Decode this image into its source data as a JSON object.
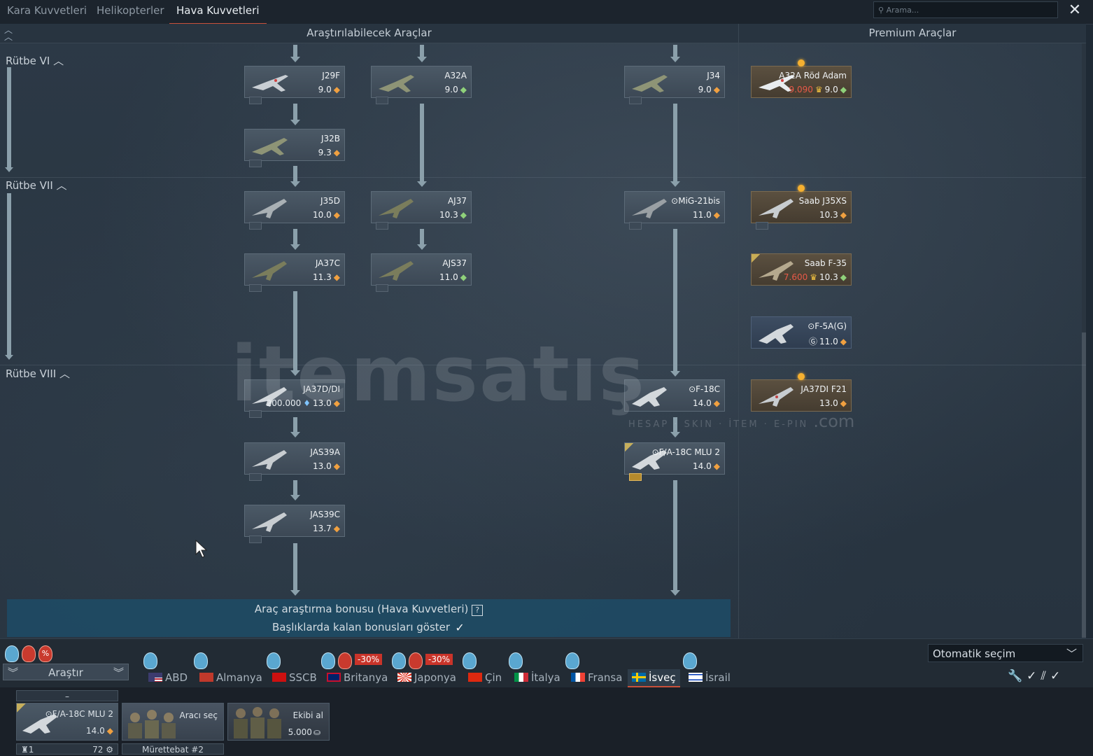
{
  "tabs": [
    {
      "label": "Kara Kuvvetleri"
    },
    {
      "label": "Helikopterler"
    },
    {
      "label": "Hava Kuvvetleri"
    }
  ],
  "search": {
    "placeholder": "Arama..."
  },
  "headers": {
    "researchable": "Araştırılabilecek Araçlar",
    "premium": "Premium Araçlar"
  },
  "ranks": [
    {
      "label": "Rütbe VI"
    },
    {
      "label": "Rütbe VII"
    },
    {
      "label": "Rütbe VIII"
    }
  ],
  "vehicles": [
    {
      "name": "J29F",
      "br": "9.0"
    },
    {
      "name": "A32A",
      "br": "9.0"
    },
    {
      "name": "J34",
      "br": "9.0"
    },
    {
      "name": "J32B",
      "br": "9.3"
    },
    {
      "name": "J35D",
      "br": "10.0"
    },
    {
      "name": "AJ37",
      "br": "10.3"
    },
    {
      "name": "⊙MiG-21bis",
      "br": "11.0"
    },
    {
      "name": "JA37C",
      "br": "11.3"
    },
    {
      "name": "AJS37",
      "br": "11.0"
    },
    {
      "name": "JA37D/DI",
      "br": "13.0",
      "price": "200.000"
    },
    {
      "name": "⊙F-18C",
      "br": "14.0"
    },
    {
      "name": "JAS39A",
      "br": "13.0"
    },
    {
      "name": "⊙F/A-18C MLU 2",
      "br": "14.0"
    },
    {
      "name": "JAS39C",
      "br": "13.7"
    }
  ],
  "premium": [
    {
      "name": "A32A Röd Adam",
      "br": "9.0",
      "price": "9.090"
    },
    {
      "name": "Saab J35XS",
      "br": "10.3"
    },
    {
      "name": "Saab F-35",
      "br": "10.3",
      "price": "7.600"
    },
    {
      "name": "⊙F-5A(G)",
      "br": "11.0"
    },
    {
      "name": "JA37DI F21",
      "br": "13.0"
    }
  ],
  "bonus": {
    "title": "Araç araştırma bonusu (Hava Kuvvetleri)",
    "help": "?",
    "show_label": "Başlıklarda kalan bonusları göster"
  },
  "research_button": "Araştır",
  "discounts": [
    "-30%",
    "-30%"
  ],
  "percent_badge": "%",
  "countries": [
    {
      "label": "ABD"
    },
    {
      "label": "Almanya"
    },
    {
      "label": "SSCB"
    },
    {
      "label": "Britanya"
    },
    {
      "label": "Japonya"
    },
    {
      "label": "Çin"
    },
    {
      "label": "İtalya"
    },
    {
      "label": "Fransa"
    },
    {
      "label": "İsveç"
    },
    {
      "label": "İsrail"
    }
  ],
  "auto_select": "Otomatik seçim",
  "crew": {
    "slot_vehicle": "⊙F/A-18C MLU 2",
    "slot_br": "14.0",
    "slot_number": "1",
    "slot_level": "72",
    "slot_dash": "–",
    "select_vehicle": "Aracı seç",
    "crew_label": "Mürettebat #2",
    "buy_crew": "Ekibi al",
    "buy_price": "5.000"
  },
  "watermark": {
    "main": "itemsatış",
    "sub": "HESAP · SKIN · İTEM · E-PIN",
    "suffix": ".com"
  }
}
